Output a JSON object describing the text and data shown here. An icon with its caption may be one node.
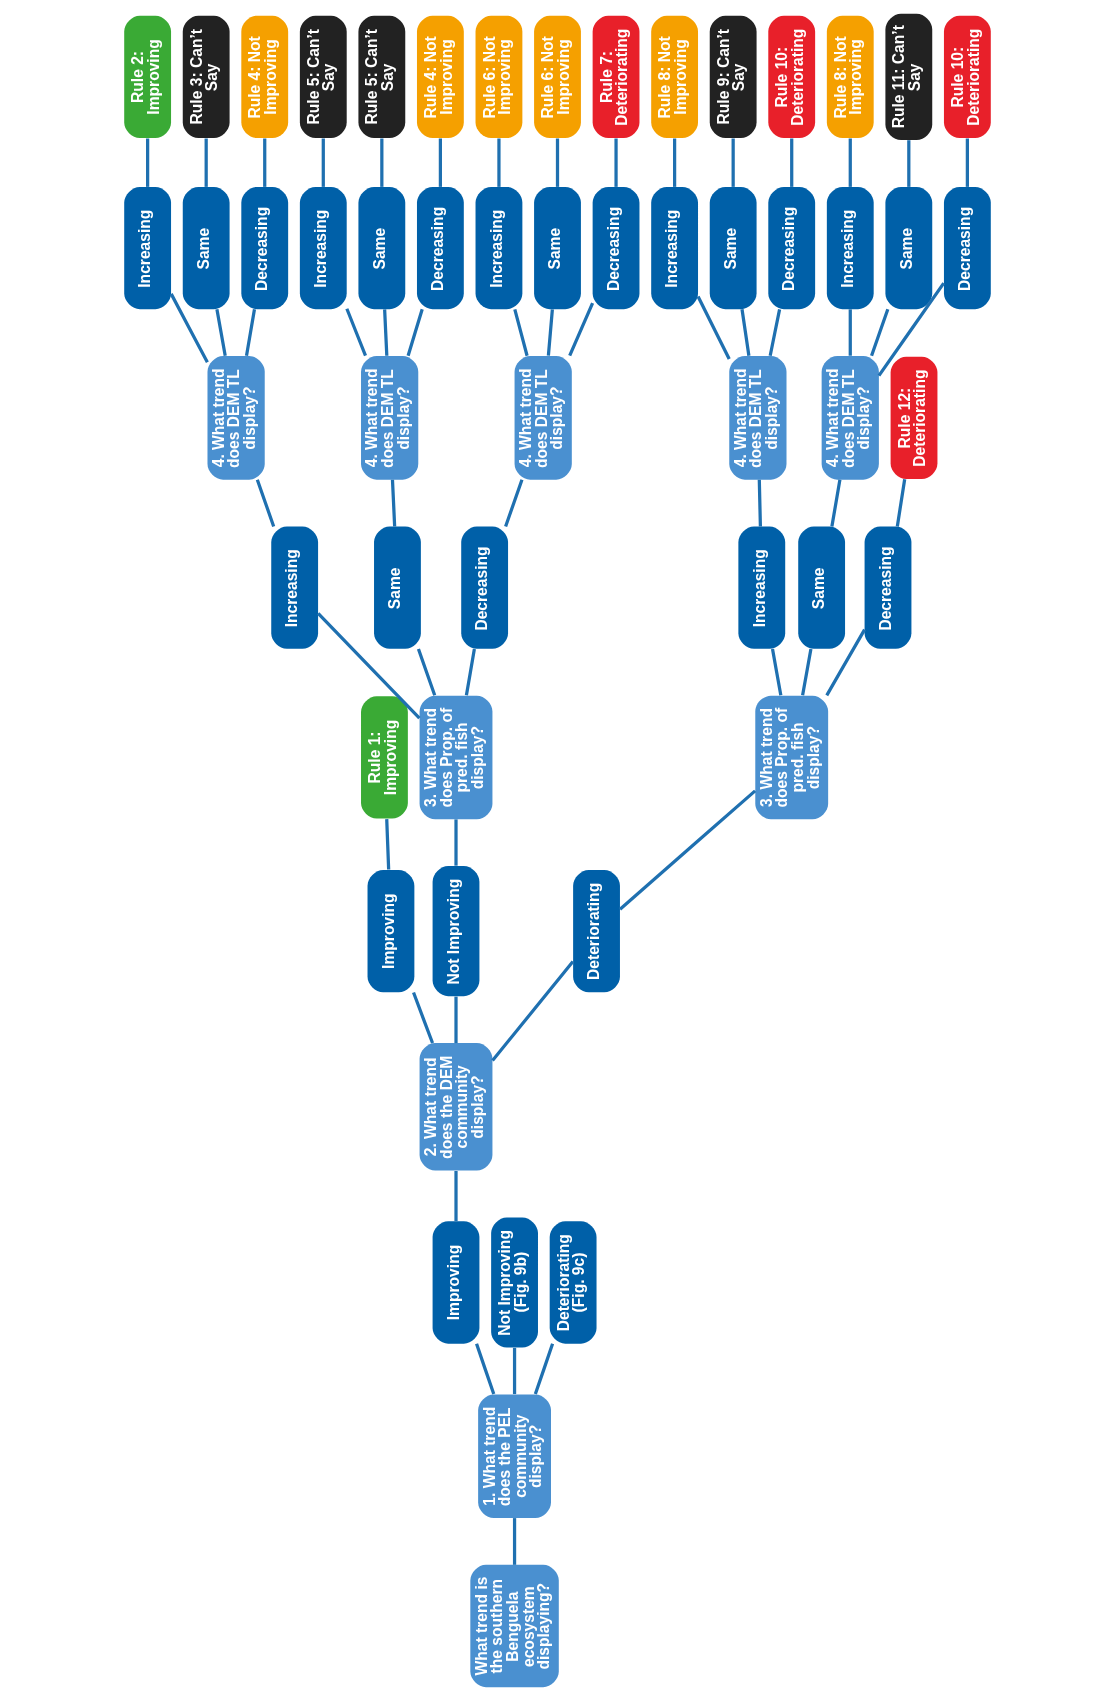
{
  "diagram": {
    "nodes": [
      {
        "text": [
          "What trend is the southern Benguela ecosystem displaying?"
        ]
      },
      {
        "text": [
          "1. What trend does the PEL community display?"
        ]
      },
      {
        "text": [
          "Improving"
        ]
      },
      {
        "text": [
          "Not Improving (Fig. 9b)"
        ]
      },
      {
        "text": [
          "Deteriorating (Fig. 9c)"
        ]
      },
      {
        "text": [
          "2. What trend does the DEM community display?"
        ]
      },
      {
        "text": [
          "Improving"
        ]
      },
      {
        "text": [
          "Not Improving"
        ]
      },
      {
        "text": [
          "Deteriorating"
        ]
      },
      {
        "text": [
          "Rule 1: Improving"
        ]
      },
      {
        "text": [
          "3. What trend does Prop. of pred. fish display?"
        ]
      },
      {
        "text": [
          "Increasing"
        ]
      },
      {
        "text": [
          "Same"
        ]
      },
      {
        "text": [
          "Decreasing"
        ]
      },
      {
        "text": [
          "4. What trend does DEM TL display?"
        ]
      },
      {
        "text": [
          "4. What trend does DEM TL display?"
        ]
      },
      {
        "text": [
          "4. What trend does DEM TL display?"
        ]
      },
      {
        "text": [
          "Increasing"
        ]
      },
      {
        "text": [
          "Same"
        ]
      },
      {
        "text": [
          "Decreasing"
        ]
      },
      {
        "text": [
          "Rule 2: Improving"
        ]
      },
      {
        "text": [
          "Rule 3: Can’t Say"
        ]
      },
      {
        "text": [
          "Rule 4: Not Improving"
        ]
      },
      {
        "text": [
          "Increasing"
        ]
      },
      {
        "text": [
          "Same"
        ]
      },
      {
        "text": [
          "Decreasing"
        ]
      },
      {
        "text": [
          "Rule 5: Can’t Say"
        ]
      },
      {
        "text": [
          "Rule 5: Can’t Say"
        ]
      },
      {
        "text": [
          "Rule 4: Not Improving"
        ]
      },
      {
        "text": [
          "Increasing"
        ]
      },
      {
        "text": [
          "Same"
        ]
      },
      {
        "text": [
          "Decreasing"
        ]
      },
      {
        "text": [
          "Rule 6: Not Improving"
        ]
      },
      {
        "text": [
          "Rule 6: Not Improving"
        ]
      },
      {
        "text": [
          "Rule 7: Deteriorating"
        ]
      },
      {
        "text": [
          "3. What trend does Prop. of pred. fish display?"
        ]
      },
      {
        "text": [
          "Increasing"
        ]
      },
      {
        "text": [
          "Same"
        ]
      },
      {
        "text": [
          "Decreasing"
        ]
      },
      {
        "text": [
          "4. What trend does DEM TL display?"
        ]
      },
      {
        "text": [
          "4. What trend does DEM TL display?"
        ]
      },
      {
        "text": [
          "Rule 12: Deteriorating"
        ]
      },
      {
        "text": [
          "Increasing"
        ]
      },
      {
        "text": [
          "Same"
        ]
      },
      {
        "text": [
          "Decreasing"
        ]
      },
      {
        "text": [
          "Rule 8: Not Improving"
        ]
      },
      {
        "text": [
          "Rule 9: Can’t Say"
        ]
      },
      {
        "text": [
          "Rule 10: Deteriorating"
        ]
      },
      {
        "text": [
          "Increasing"
        ]
      },
      {
        "text": [
          "Same"
        ]
      },
      {
        "text": [
          "Decreasing"
        ]
      },
      {
        "text": [
          "Rule 8: Not Improving"
        ]
      },
      {
        "text": [
          "Rule 11: Can’t Say"
        ]
      },
      {
        "text": [
          "Rule 10: Deteriorating"
        ]
      }
    ],
    "edges": [
      {
        "from": 0,
        "to": 1,
        "arrow": "none"
      },
      {
        "from": 1,
        "to": 2,
        "arrow": "none"
      },
      {
        "from": 1,
        "to": 3,
        "arrow": "none"
      },
      {
        "from": 1,
        "to": 4,
        "arrow": "none"
      },
      {
        "from": 2,
        "to": 5,
        "arrow": "none"
      },
      {
        "from": 5,
        "to": 6,
        "arrow": "none"
      },
      {
        "from": 5,
        "to": 7,
        "arrow": "none"
      },
      {
        "from": 5,
        "to": 8,
        "arrow": "none"
      },
      {
        "from": 6,
        "to": 9,
        "arrow": "none"
      },
      {
        "from": 7,
        "to": 10,
        "arrow": "none"
      },
      {
        "from": 10,
        "to": 11,
        "arrow": "none"
      },
      {
        "from": 10,
        "to": 12,
        "arrow": "none"
      },
      {
        "from": 10,
        "to": 13,
        "arrow": "none"
      },
      {
        "from": 11,
        "to": 14,
        "arrow": "none"
      },
      {
        "from": 12,
        "to": 15,
        "arrow": "none"
      },
      {
        "from": 13,
        "to": 16,
        "arrow": "none"
      },
      {
        "from": 14,
        "to": 17,
        "arrow": "none"
      },
      {
        "from": 14,
        "to": 18,
        "arrow": "none"
      },
      {
        "from": 14,
        "to": 19,
        "arrow": "none"
      },
      {
        "from": 17,
        "to": 20,
        "arrow": "none"
      },
      {
        "from": 18,
        "to": 21,
        "arrow": "none"
      },
      {
        "from": 19,
        "to": 22,
        "arrow": "none"
      },
      {
        "from": 15,
        "to": 23,
        "arrow": "none"
      },
      {
        "from": 15,
        "to": 24,
        "arrow": "none"
      },
      {
        "from": 15,
        "to": 25,
        "arrow": "none"
      },
      {
        "from": 23,
        "to": 26,
        "arrow": "none"
      },
      {
        "from": 24,
        "to": 27,
        "arrow": "none"
      },
      {
        "from": 25,
        "to": 28,
        "arrow": "none"
      },
      {
        "from": 16,
        "to": 29,
        "arrow": "none"
      },
      {
        "from": 16,
        "to": 30,
        "arrow": "none"
      },
      {
        "from": 16,
        "to": 31,
        "arrow": "none"
      },
      {
        "from": 29,
        "to": 32,
        "arrow": "none"
      },
      {
        "from": 30,
        "to": 33,
        "arrow": "none"
      },
      {
        "from": 31,
        "to": 34,
        "arrow": "none"
      },
      {
        "from": 8,
        "to": 35,
        "arrow": "none"
      },
      {
        "from": 35,
        "to": 36,
        "arrow": "none"
      },
      {
        "from": 35,
        "to": 37,
        "arrow": "none"
      },
      {
        "from": 35,
        "to": 38,
        "arrow": "none"
      },
      {
        "from": 36,
        "to": 39,
        "arrow": "none"
      },
      {
        "from": 37,
        "to": 40,
        "arrow": "none"
      },
      {
        "from": 38,
        "to": 41,
        "arrow": "none"
      },
      {
        "from": 39,
        "to": 42,
        "arrow": "none"
      },
      {
        "from": 39,
        "to": 43,
        "arrow": "none"
      },
      {
        "from": 39,
        "to": 44,
        "arrow": "none"
      },
      {
        "from": 42,
        "to": 45,
        "arrow": "none"
      },
      {
        "from": 43,
        "to": 46,
        "arrow": "none"
      },
      {
        "from": 44,
        "to": 47,
        "arrow": "none"
      },
      {
        "from": 40,
        "to": 48,
        "arrow": "none"
      },
      {
        "from": 40,
        "to": 49,
        "arrow": "none"
      },
      {
        "from": 40,
        "to": 50,
        "arrow": "none"
      },
      {
        "from": 48,
        "to": 51,
        "arrow": "none"
      },
      {
        "from": 49,
        "to": 52,
        "arrow": "none"
      },
      {
        "from": 50,
        "to": 53,
        "arrow": "none"
      }
    ]
  }
}
